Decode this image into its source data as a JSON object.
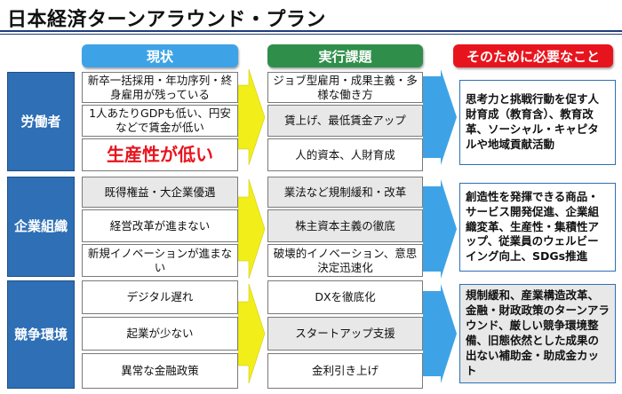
{
  "title": "日本経済ターンアラウンド・プラン",
  "headers": {
    "current": "現状",
    "action": "実行課題",
    "needed": "そのために必要なこと"
  },
  "colors": {
    "title_rule": "#1f3d7a",
    "header_current": "#3ea3e6",
    "header_action": "#2f8f4a",
    "header_needed": "#e8141d",
    "category": "#2e6fb6",
    "arrow_yellow": "#f2ee1a",
    "arrow_blue": "#3ea3e6"
  },
  "rows": [
    {
      "category": "労働者",
      "current": [
        "新卒一括採用・年功序列・終身雇用が残っている",
        "1人あたりGDPも低い、円安などで賃金が低い",
        "生産性が低い"
      ],
      "actions": [
        "ジョブ型雇用・成果主義・多様な働き方",
        "賃上げ、最低賃金アップ",
        "人的資本、人財育成"
      ],
      "needed": "思考力と挑戦行動を促す人財育成（教育含）、教育改革、ソーシャル・キャピタルや地域貢献活動"
    },
    {
      "category": "企業組織",
      "current": [
        "既得権益・大企業優遇",
        "経営改革が進まない",
        "新規イノベーションが進まない"
      ],
      "actions": [
        "業法など規制緩和・改革",
        "株主資本主義の徹底",
        "破壊的イノベーション、意思決定迅速化"
      ],
      "needed": "創造性を発揮できる商品・サービス開発促進、企業組織変革、生産性・集積性アップ、従業員のウェルビーイング向上、SDGs推進"
    },
    {
      "category": "競争環境",
      "current": [
        "デジタル遅れ",
        "起業が少ない",
        "異常な金融政策"
      ],
      "actions": [
        "DXを徹底化",
        "スタートアップ支援",
        "金利引き上げ"
      ],
      "needed": "規制緩和、産業構造改革、金融・財政政策のターンアラウンド、厳しい競争環境整備、旧態依然とした成果の出ない補助金・助成金カット"
    }
  ]
}
